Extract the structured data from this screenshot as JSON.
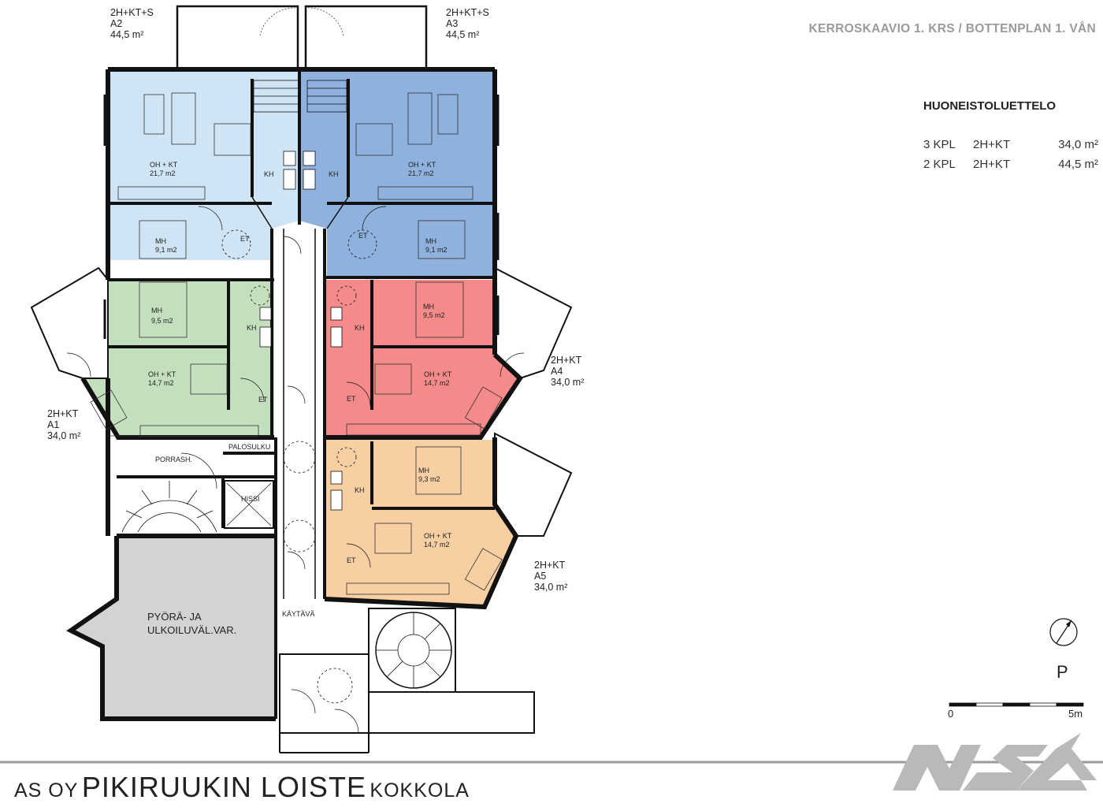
{
  "header": {
    "title": "KERROSKAAVIO 1. KRS / BOTTENPLAN 1. VÅN"
  },
  "apartment_list": {
    "title": "HUONEISTOLUETTELO",
    "rows": [
      {
        "count": "3 KPL",
        "type": "2H+KT",
        "area": "34,0 m²"
      },
      {
        "count": "2 KPL",
        "type": "2H+KT",
        "area": "44,5 m²"
      }
    ]
  },
  "units": {
    "a1": {
      "type": "2H+KT",
      "id": "A1",
      "area": "34,0 m²"
    },
    "a2": {
      "type": "2H+KT+S",
      "id": "A2",
      "area": "44,5 m²"
    },
    "a3": {
      "type": "2H+KT+S",
      "id": "A3",
      "area": "44,5 m²"
    },
    "a4": {
      "type": "2H+KT",
      "id": "A4",
      "area": "34,0 m²"
    },
    "a5": {
      "type": "2H+KT",
      "id": "A5",
      "area": "34,0 m²"
    }
  },
  "rooms": {
    "oh_kt": "OH + KT",
    "mh": "MH",
    "kh": "KH",
    "et": "ET",
    "a2_oh_area": "21,7 m2",
    "a3_oh_area": "21,7 m2",
    "a2_mh_area": "9,1 m2",
    "a3_mh_area": "9,1 m2",
    "a1_mh_area": "9,5 m2",
    "a4_mh_area": "9,5 m2",
    "a5_mh_area": "9,3 m2",
    "a1_oh_area": "14,7 m2",
    "a4_oh_area": "14,7 m2",
    "a5_oh_area": "14,7 m2"
  },
  "common": {
    "porrash": "PORRASH.",
    "palosulku": "PALOSULKU",
    "hissi": "HISSI",
    "kaytava": "KÄYTÄVÄ",
    "storage_line1": "PYÖRÄ- JA",
    "storage_line2": "ULKOILUVÄL.VAR."
  },
  "compass": {
    "label": "P"
  },
  "scale_bar": {
    "start": "0",
    "end": "5m",
    "segments": 5
  },
  "footer": {
    "prefix": "AS OY",
    "name": "PIKIRUUKIN LOISTE",
    "city": "KOKKOLA"
  },
  "colors": {
    "a2": "#cfe5f5",
    "a3": "#8fb1dd",
    "a1": "#c4dfbd",
    "a4": "#f48a8a",
    "a5": "#f7cfa3",
    "storage": "#d3d3d3",
    "wall": "#111111",
    "header_text": "#9a9a9a"
  }
}
